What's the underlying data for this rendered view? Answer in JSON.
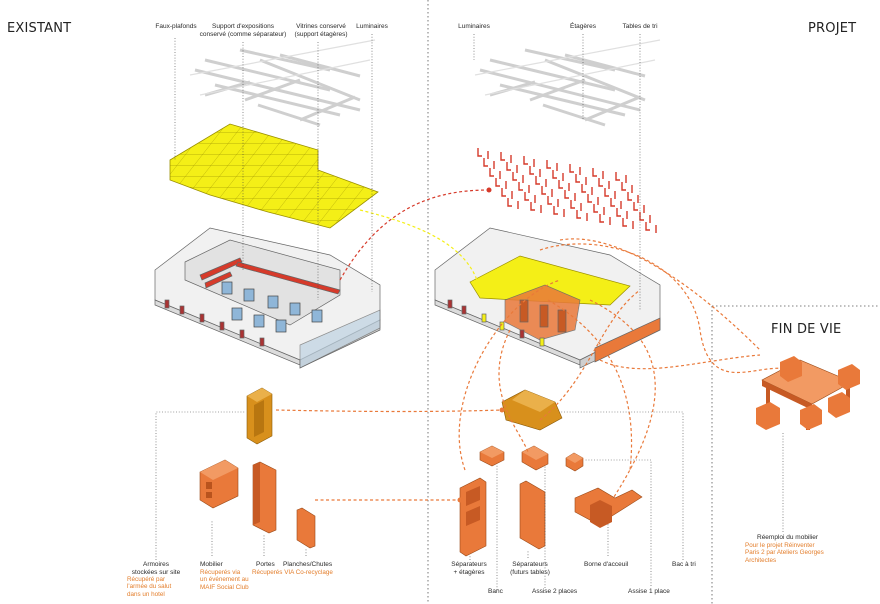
{
  "sections": {
    "existant": "EXISTANT",
    "projet": "PROJET",
    "fin_de_vie": "FIN DE VIE"
  },
  "top_labels": {
    "faux_plafonds": "Faux-plafonds",
    "support_line1": "Support d'expositions",
    "support_line2": "conservé (comme séparateur)",
    "vitrines_line1": "Vitrines conservé",
    "vitrines_line2": "(support étagères)",
    "luminaires_left": "Luminaires",
    "luminaires_right": "Luminaires",
    "etageres": "Étagères",
    "tables_de_tri": "Tables de tri"
  },
  "bottom_left": {
    "armoires_line1": "Armoires",
    "armoires_line2": "stockées sur site",
    "armoires_note1": "Récupéré par",
    "armoires_note2": "l'armée du salut",
    "armoires_note3": "dans un hotel",
    "mobilier_line1": "Mobilier",
    "mobilier_note1": "Récuperés via",
    "mobilier_note2": "un événement au",
    "mobilier_note3": "MAIF Social Club",
    "portes": "Portes",
    "planches": "Planches/Chutes",
    "recuperes_note": "Récuperés VIA Co-recyclage"
  },
  "bottom_right": {
    "separateurs_etageres_1": "Séparateurs",
    "separateurs_etageres_2": "+ étagères",
    "separateurs_tables_1": "Séparateurs",
    "separateurs_tables_2": "(futurs tables)",
    "borne": "Borne d'acceuil",
    "bac": "Bac à tri",
    "banc": "Banc",
    "assise2": "Assise 2 places",
    "assise1": "Assise 1 place"
  },
  "reemploi": {
    "title": "Réemploi du mobilier",
    "note1": "Pour   le   projet   Réinventer",
    "note2": "Paris 2 par Ateliers Georges",
    "note3": "Architectes"
  },
  "colors": {
    "yellow": "#f4ef17",
    "orange": "#e9793a",
    "orange_dark": "#c75a24",
    "armoire": "#d8901c",
    "red_line": "#d63a2a",
    "building": "#ececec"
  }
}
